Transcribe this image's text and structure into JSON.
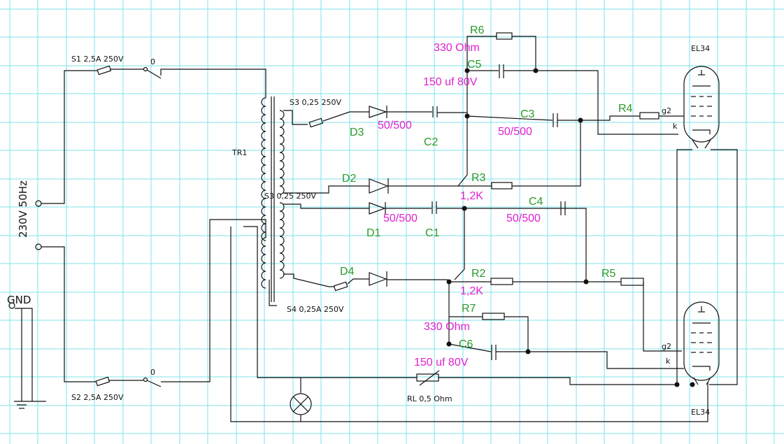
{
  "colors": {
    "grid": "#7fe3ea",
    "wire": "#111111",
    "designator": "#2a9a2a",
    "value": "#e020d0"
  },
  "labels": {
    "supply": "230V 50Hz",
    "gnd": "GND",
    "s1": "S1 2,5A 250V",
    "s2": "S2 2,5A 250V",
    "switch_top": "0",
    "switch_bot": "0",
    "tr1": "TR1",
    "s3_top": "S3 0,25 250V",
    "s3_mid": "S3 0,25 250V",
    "s4": "S4 0,25A 250V",
    "rl": "RL 0,5 Ohm",
    "el34_top": "EL34",
    "el34_bot": "EL34",
    "g2_top": "g2",
    "k_top": "k",
    "g2_bot": "g2",
    "k_bot": "k"
  },
  "components": {
    "R6": "R6",
    "R6_val": "330 Ohm",
    "C5": "C5",
    "C5_val": "150 uf 80V",
    "D3": "D3",
    "D3_val": "50/500",
    "C2": "C2",
    "C3": "C3",
    "C3_val": "50/500",
    "R4": "R4",
    "D2": "D2",
    "R3": "R3",
    "R3_val": "1,2K",
    "D1": "D1",
    "D1_val": "50/500",
    "C1": "C1",
    "C4": "C4",
    "C4_val": "50/500",
    "D4": "D4",
    "R2": "R2",
    "R2_val": "1,2K",
    "R5": "R5",
    "R7": "R7",
    "R7_val": "330 Ohm",
    "C6": "C6",
    "C6_val": "150 uf 80V"
  }
}
